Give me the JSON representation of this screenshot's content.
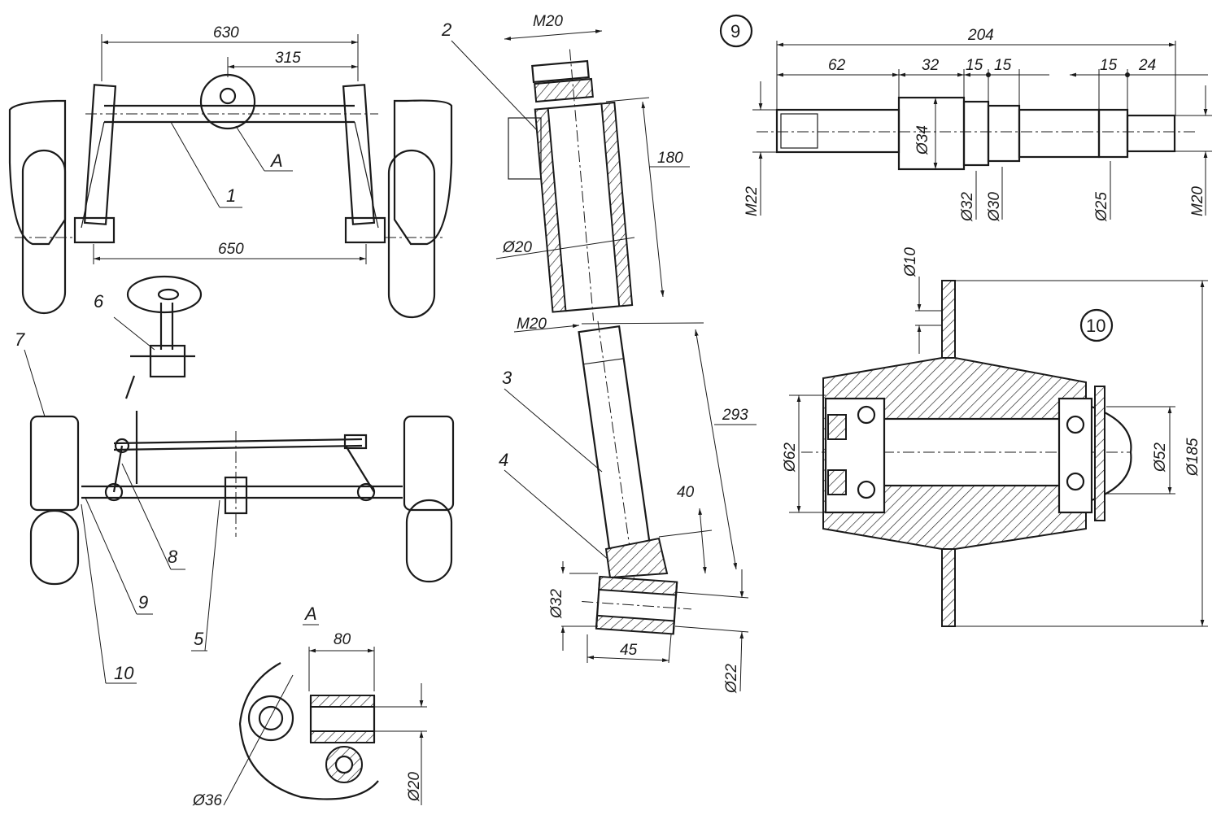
{
  "drawing": {
    "top_view": {
      "dim_630": "630",
      "dim_315": "315",
      "dim_650": "650",
      "view_ref": "A"
    },
    "callouts": {
      "c1": "1",
      "c2": "2",
      "c3": "3",
      "c4": "4",
      "c5": "5",
      "c6": "6",
      "c7": "7",
      "c8": "8",
      "c9": "9",
      "c10": "10"
    },
    "view_a": {
      "title": "A",
      "dim_80": "80",
      "dim_d36": "Ø36",
      "dim_d20": "Ø20"
    },
    "kingpin": {
      "dim_m20_top": "M20",
      "dim_180": "180",
      "dim_d20": "Ø20",
      "dim_m20_mid": "M20",
      "dim_293": "293",
      "dim_40": "40",
      "dim_d32": "Ø32",
      "dim_45": "45",
      "dim_d22": "Ø22"
    },
    "axle_shaft": {
      "label": "9",
      "dim_204": "204",
      "dim_62": "62",
      "dim_32": "32",
      "dim_15a": "15",
      "dim_15b": "15",
      "dim_15c": "15",
      "dim_24": "24",
      "dim_d34": "Ø34",
      "dim_m22": "M22",
      "dim_d32": "Ø32",
      "dim_d30": "Ø30",
      "dim_d25": "Ø25",
      "dim_m20": "M20"
    },
    "hub": {
      "label": "10",
      "dim_d10": "Ø10",
      "dim_d62": "Ø62",
      "dim_d52": "Ø52",
      "dim_d185": "Ø185"
    }
  }
}
